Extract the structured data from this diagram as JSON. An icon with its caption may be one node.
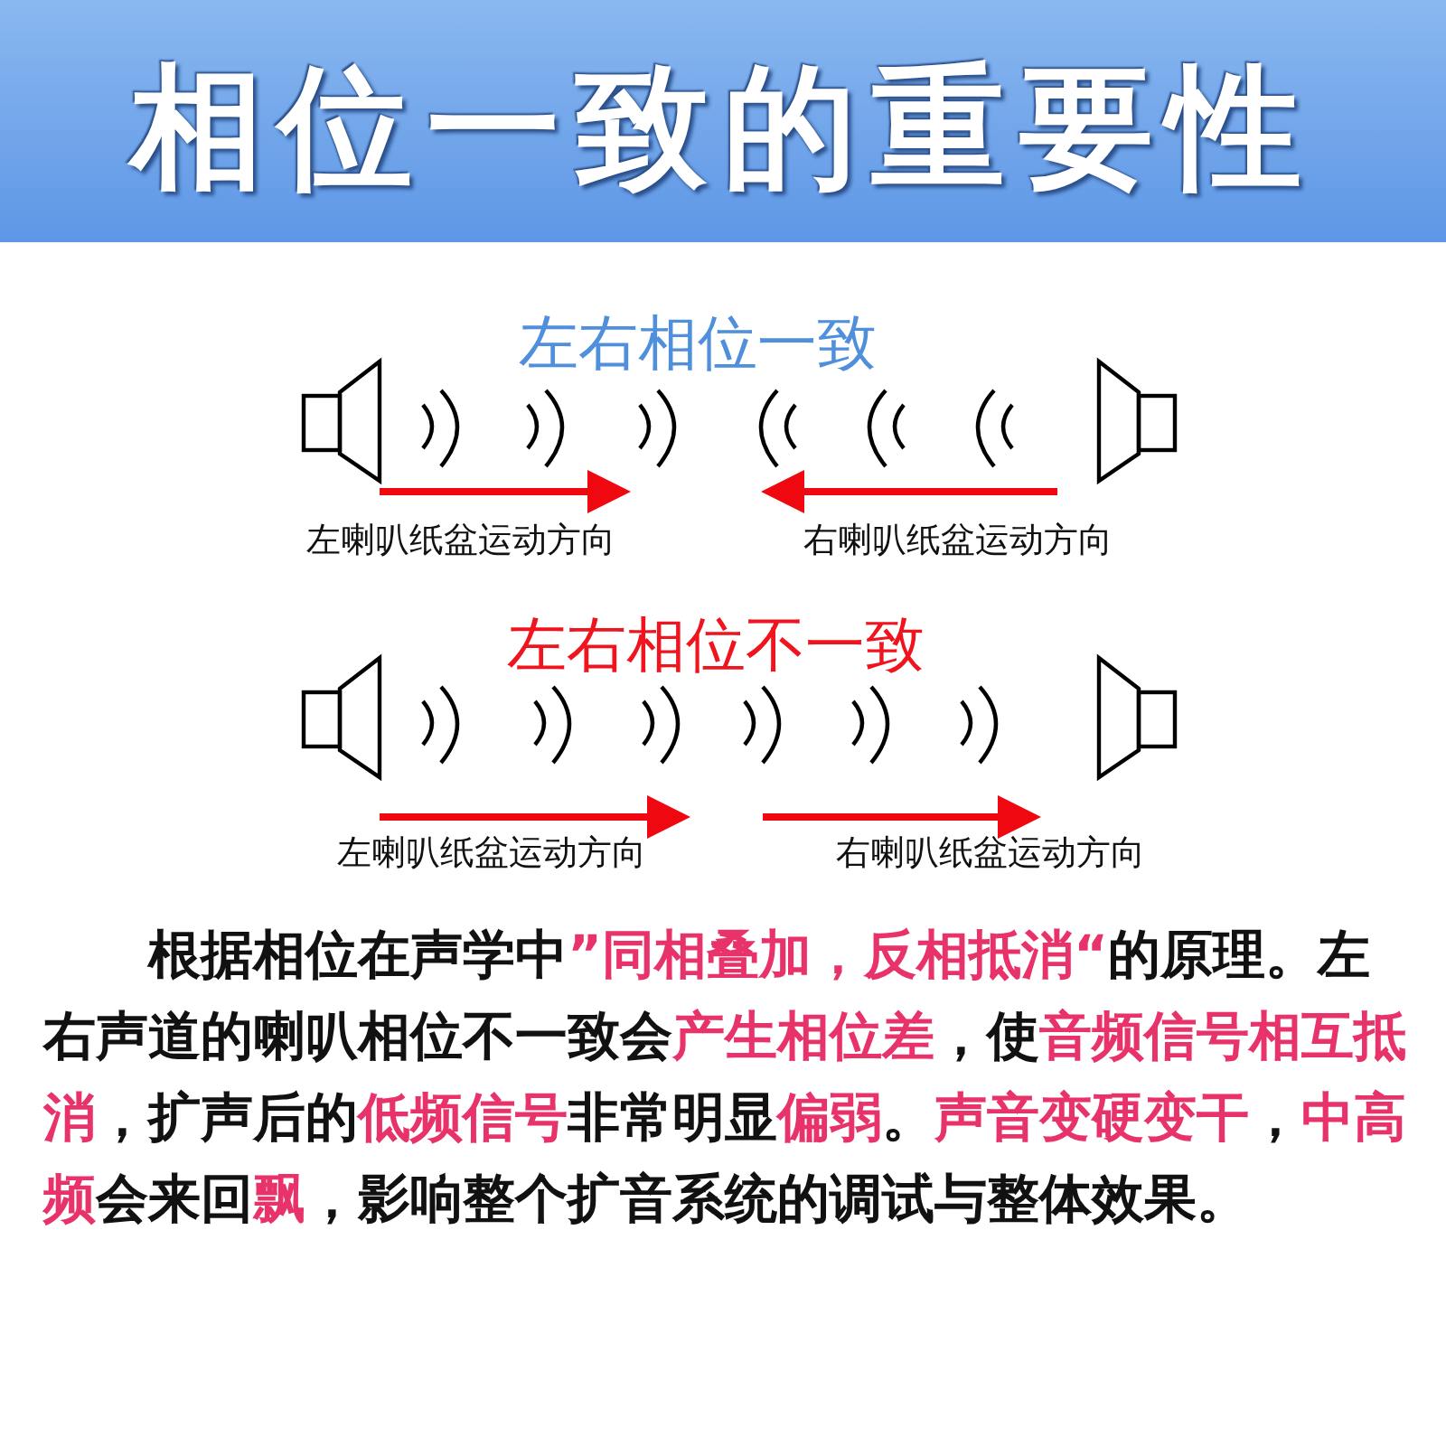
{
  "diagram": {
    "title": "相位一致的重要性",
    "labels": [
      "左右相位一致",
      "左喇叭纸盆运动方向",
      "右喇叭纸盆运动方向",
      "左右相位不一致",
      "左喇叭纸盆运动方向",
      "右喇叭纸盆运动方向",
      "根据相位在声学中**”同相叠加，反相抵消“**的原理。左右声道的喇叭相位不一致会**产生相位差**，使**音频信号相互抵消**，扩声后的**低频信号**非常明显**偏弱**。**声音变硬变干**，**中高频**会来回**飘**，影响整个扩音系统的调试与整体效果。"
    ]
  }
}
